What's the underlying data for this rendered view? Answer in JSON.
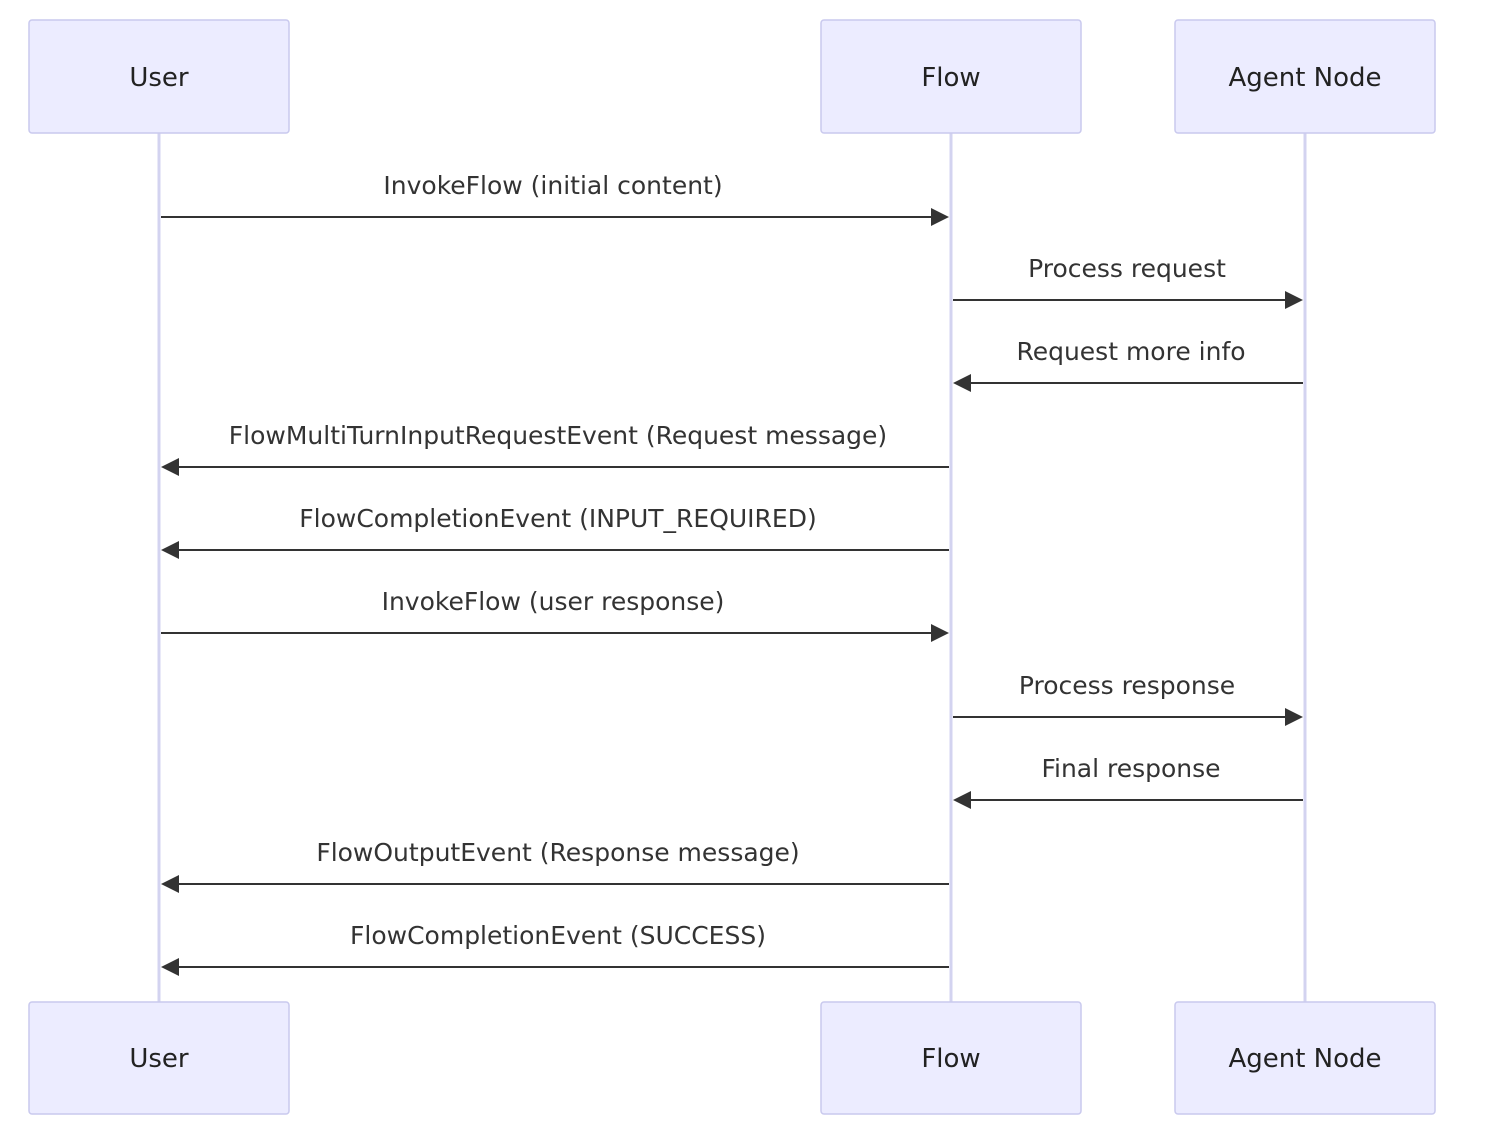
{
  "participants": [
    {
      "id": "user",
      "label": "User"
    },
    {
      "id": "flow",
      "label": "Flow"
    },
    {
      "id": "agent",
      "label": "Agent Node"
    }
  ],
  "messages": [
    {
      "from": "user",
      "to": "flow",
      "label": "InvokeFlow (initial content)"
    },
    {
      "from": "flow",
      "to": "agent",
      "label": "Process request"
    },
    {
      "from": "agent",
      "to": "flow",
      "label": "Request more info"
    },
    {
      "from": "flow",
      "to": "user",
      "label": "FlowMultiTurnInputRequestEvent (Request message)"
    },
    {
      "from": "flow",
      "to": "user",
      "label": "FlowCompletionEvent (INPUT_REQUIRED)"
    },
    {
      "from": "user",
      "to": "flow",
      "label": "InvokeFlow (user response)"
    },
    {
      "from": "flow",
      "to": "agent",
      "label": "Process response"
    },
    {
      "from": "agent",
      "to": "flow",
      "label": "Final response"
    },
    {
      "from": "flow",
      "to": "user",
      "label": "FlowOutputEvent (Response message)"
    },
    {
      "from": "flow",
      "to": "user",
      "label": "FlowCompletionEvent (SUCCESS)"
    }
  ],
  "colors": {
    "actor_fill": "#ECECFF",
    "actor_stroke": "#C9C9EE",
    "lifeline": "#D3D3F0",
    "arrow": "#333333",
    "text": "#222222"
  }
}
